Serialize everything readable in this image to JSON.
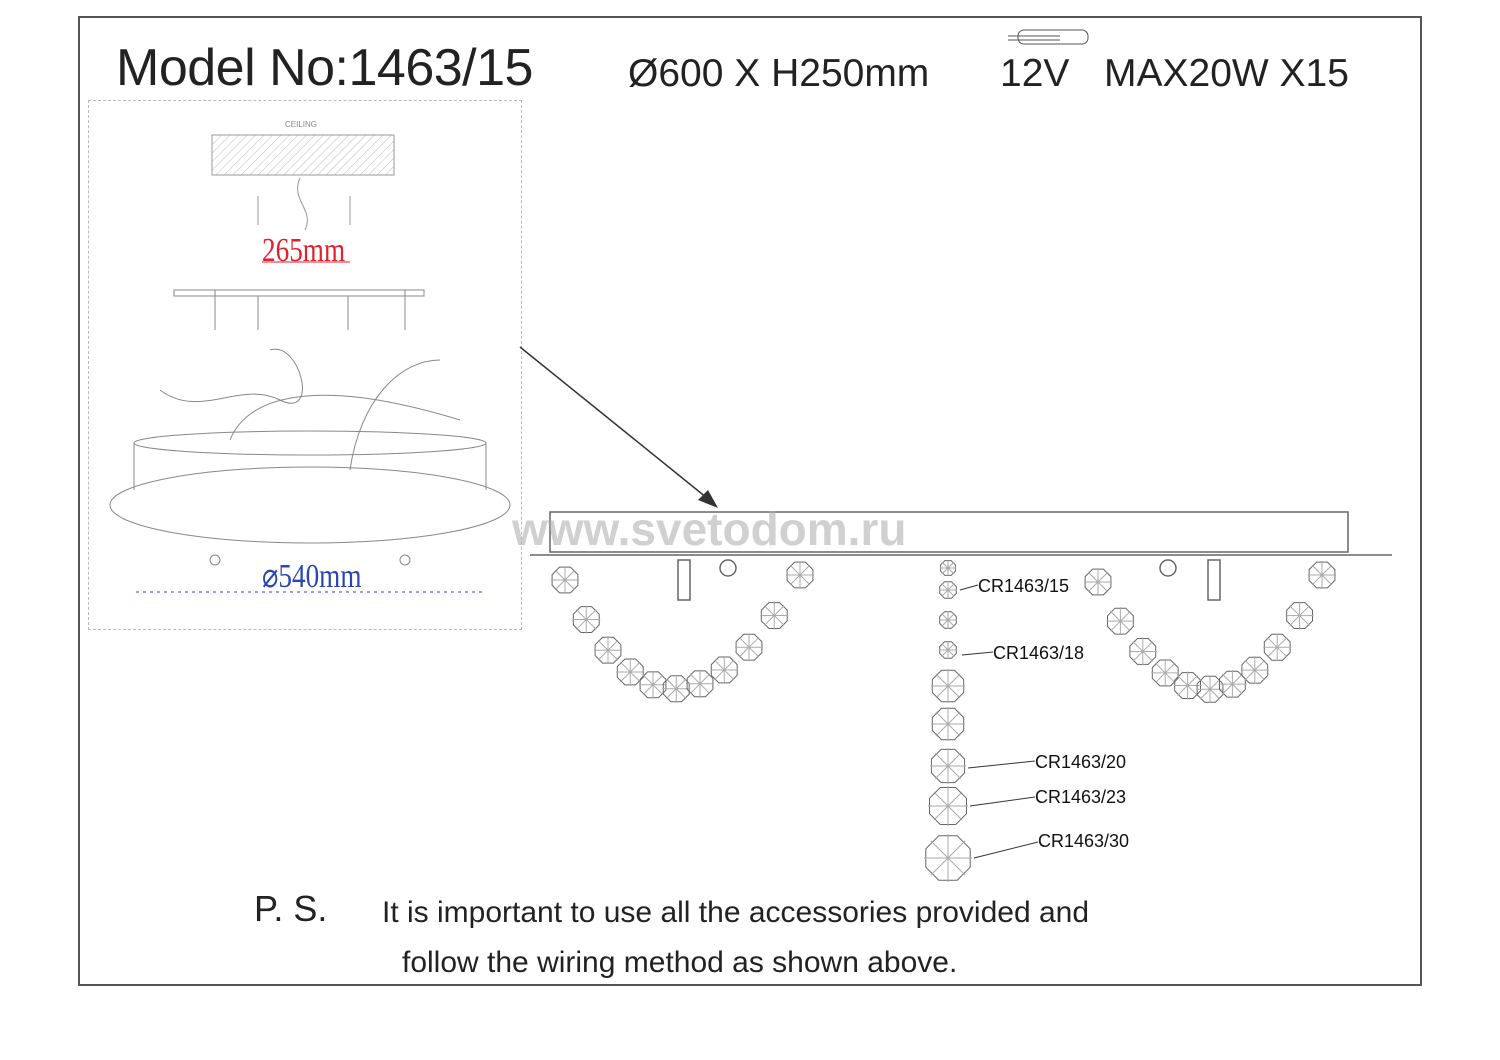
{
  "header": {
    "model": "Model No:1463/15",
    "dimensions": "Ø600 X H250mm",
    "voltage": "12V",
    "power": "MAX20W X15"
  },
  "inset": {
    "ceiling_label": "CEILING",
    "height_dim": "265mm",
    "diameter_dim": "⌀540mm"
  },
  "watermark": "www.svetodom.ru",
  "parts": [
    "CR1463/15",
    "CR1463/18",
    "CR1463/20",
    "CR1463/23",
    "CR1463/30"
  ],
  "note": {
    "prefix": "P. S.",
    "line1": "It is important to use all the accessories provided and",
    "line2": "follow the wiring method as shown above."
  },
  "colors": {
    "accent_red": "#e0202a",
    "accent_blue": "#2a46b0"
  }
}
